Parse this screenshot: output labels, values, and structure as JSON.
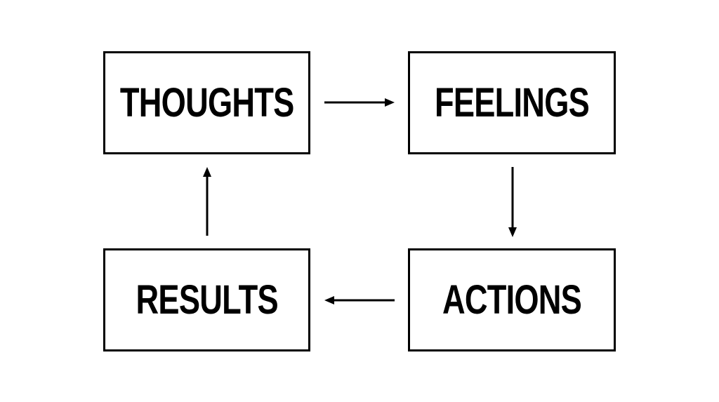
{
  "diagram": {
    "nodes": {
      "thoughts": "THOUGHTS",
      "feelings": "FEELINGS",
      "actions": "ACTIONS",
      "results": "RESULTS"
    },
    "edges": [
      {
        "from": "thoughts",
        "to": "feelings"
      },
      {
        "from": "feelings",
        "to": "actions"
      },
      {
        "from": "actions",
        "to": "results"
      },
      {
        "from": "results",
        "to": "thoughts"
      }
    ],
    "colors": {
      "stroke": "#000000",
      "background": "#ffffff"
    }
  }
}
